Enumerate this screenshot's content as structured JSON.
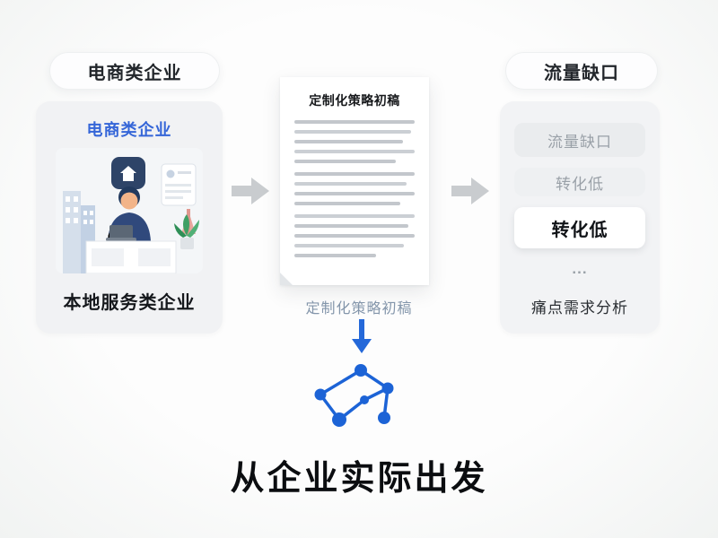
{
  "diagram": {
    "left": {
      "badge_label": "电商类企业",
      "card_title": "电商类企业",
      "card_caption": "本地服务类企业"
    },
    "center": {
      "doc_title": "定制化策略初稿",
      "doc_caption": "定制化策略初稿"
    },
    "right": {
      "badge_label": "流量缺口",
      "items": [
        {
          "label": "流量缺口"
        },
        {
          "label": "转化低"
        },
        {
          "label": "转化低"
        },
        {
          "label": "..."
        }
      ],
      "caption": "痛点需求分析"
    },
    "footer_title": "从企业实际出发"
  },
  "icons": {
    "arrow_right": "block arrow pointing right",
    "arrow_down": "arrow pointing down",
    "network": "connected node graph"
  },
  "colors": {
    "accent_blue": "#1c63d6",
    "title_blue": "#3566d8",
    "arrow_gray": "#c9cccf",
    "muted_text": "#9aa1a8",
    "dark_text": "#15181c",
    "caption_gray_blue": "#8496ab"
  }
}
